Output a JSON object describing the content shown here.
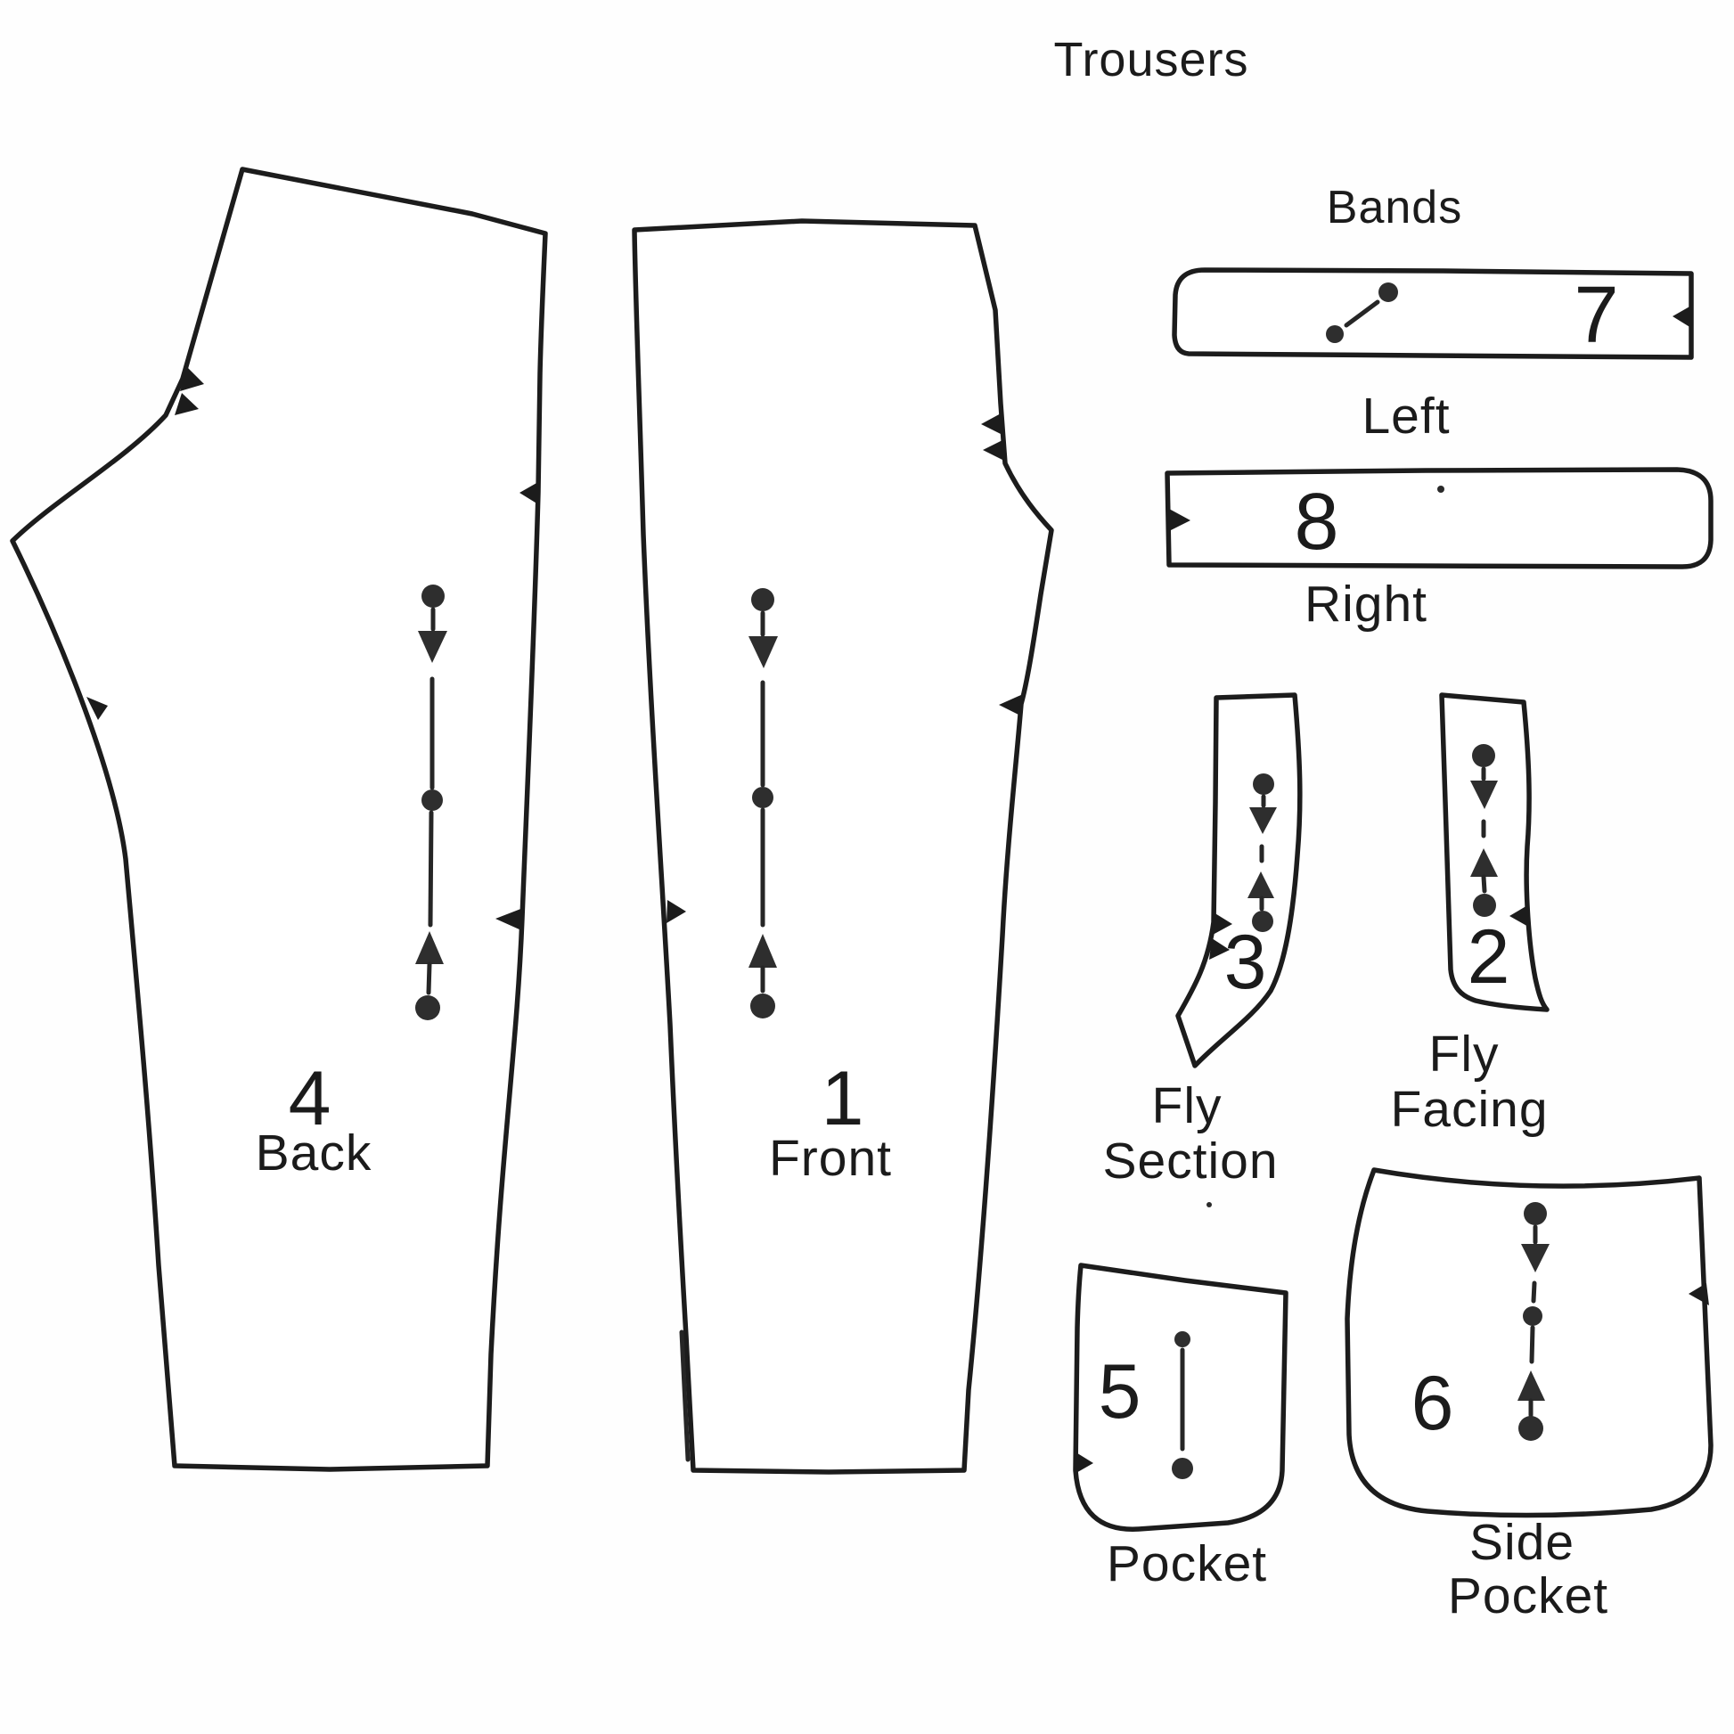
{
  "title": "Trousers",
  "colors": {
    "ink": "#1c1c1c",
    "paper": "#ffffff"
  },
  "bands": {
    "heading": "Bands",
    "left_band": {
      "number": "7",
      "label": "Left"
    },
    "right_band": {
      "number": "8",
      "label": "Right"
    }
  },
  "pieces": {
    "back": {
      "number": "4",
      "label": "Back"
    },
    "front": {
      "number": "1",
      "label": "Front"
    },
    "fly_section": {
      "number": "3",
      "label_line1": "Fly",
      "label_line2": "Section"
    },
    "fly_facing": {
      "number": "2",
      "label_line1": "Fly",
      "label_line2": "Facing"
    },
    "pocket": {
      "number": "5",
      "label": "Pocket"
    },
    "side_pocket": {
      "number": "6",
      "label_line1": "Side",
      "label_line2": "Pocket"
    }
  }
}
